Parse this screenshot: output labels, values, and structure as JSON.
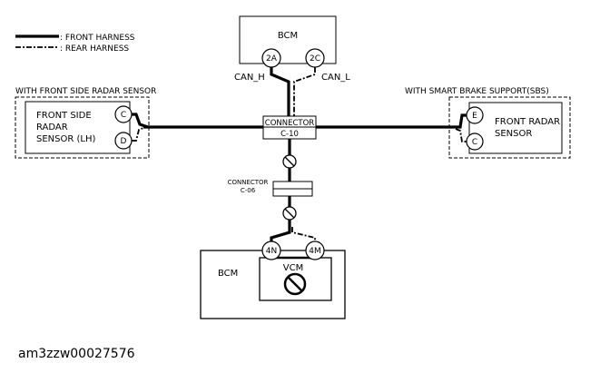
{
  "legend": {
    "front_harness": ": FRONT HARNESS",
    "rear_harness": ": REAR HARNESS"
  },
  "top_bcm": {
    "label": "BCM",
    "pin_left": "2A",
    "pin_right": "2C",
    "can_h": "CAN_H",
    "can_l": "CAN_L"
  },
  "left_group": {
    "title": "WITH FRONT SIDE RADAR SENSOR",
    "sensor_line1": "FRONT SIDE",
    "sensor_line2": "RADAR",
    "sensor_line3": "SENSOR (LH)",
    "pin_top": "C",
    "pin_bottom": "D"
  },
  "right_group": {
    "title": "WITH SMART BRAKE SUPPORT(SBS)",
    "sensor_line1": "FRONT RADAR",
    "sensor_line2": "SENSOR",
    "pin_top": "E",
    "pin_bottom": "C"
  },
  "connector_c10": {
    "line1": "CONNECTOR",
    "line2": "C-10"
  },
  "connector_c06": {
    "line1": "CONNECTOR",
    "line2": "C-06"
  },
  "bottom_module": {
    "outer_label": "BCM",
    "inner_label": "VCM",
    "pin_left": "4N",
    "pin_right": "4M"
  },
  "figure_id": "am3zzw00027576"
}
